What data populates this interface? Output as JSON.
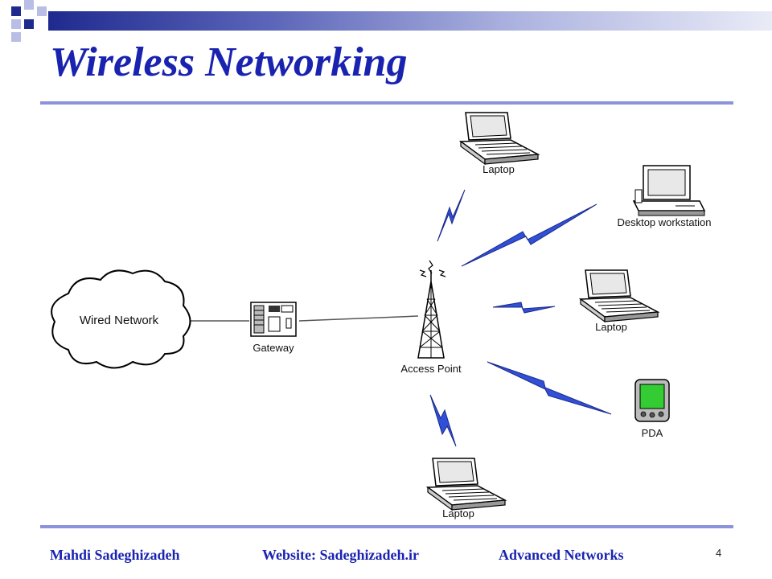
{
  "slide": {
    "title": "Wireless Networking",
    "page_number": "4"
  },
  "footer": {
    "author": "Mahdi Sadeghizadeh",
    "website": "Website: Sadeghizadeh.ir",
    "course": "Advanced Networks"
  },
  "diagram": {
    "nodes": {
      "wired_network": "Wired Network",
      "gateway": "Gateway",
      "access_point": "Access Point",
      "laptop_top": "Laptop",
      "desktop": "Desktop workstation",
      "laptop_right": "Laptop",
      "pda": "PDA",
      "laptop_bottom": "Laptop"
    }
  },
  "colors": {
    "title": "#1a23b0",
    "rule": "#8c92dc",
    "lightning": "#3050d8",
    "pda_screen": "#33cc33"
  }
}
